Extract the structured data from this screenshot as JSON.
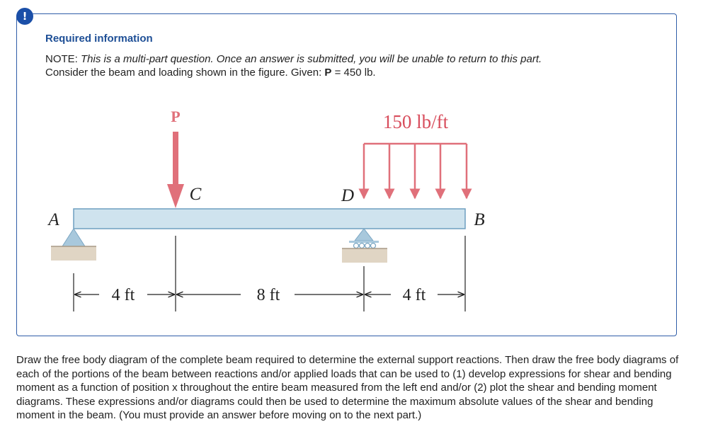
{
  "alert": {
    "icon": "exclamation-icon",
    "glyph": "!"
  },
  "header": {
    "title": "Required information",
    "note_label": "NOTE:",
    "note_text": "This is a multi-part question. Once an answer is submitted, you will be unable to return to this part.",
    "given_prefix": "Consider the beam and loading shown in the figure. Given:",
    "given_var": "P",
    "given_value": "= 450 lb."
  },
  "figure": {
    "load_label": "P",
    "distributed_label": "150 lb/ft",
    "point_a": "A",
    "point_b": "B",
    "point_c": "C",
    "point_d": "D",
    "dim_1": "4 ft",
    "dim_2": "8 ft",
    "dim_3": "4 ft",
    "colors": {
      "load": "#e0707a",
      "beam_fill": "#cfe3ee",
      "beam_edge": "#6f9fc0",
      "support": "#a8c8dc",
      "ground": "#e0d5c4"
    }
  },
  "question": {
    "text": "Draw the free body diagram of the complete beam required to determine the external support reactions. Then draw the free body diagrams of each of the portions of the beam between reactions and/or applied loads that can be used to (1) develop expressions for shear and bending moment as a function of position x throughout the entire beam measured from the left end and/or (2) plot the shear and bending moment diagrams. These expressions and/or diagrams could then be used to determine the maximum absolute values of the shear and bending moment in the beam. (You must provide an answer before moving on to the next part.)"
  }
}
